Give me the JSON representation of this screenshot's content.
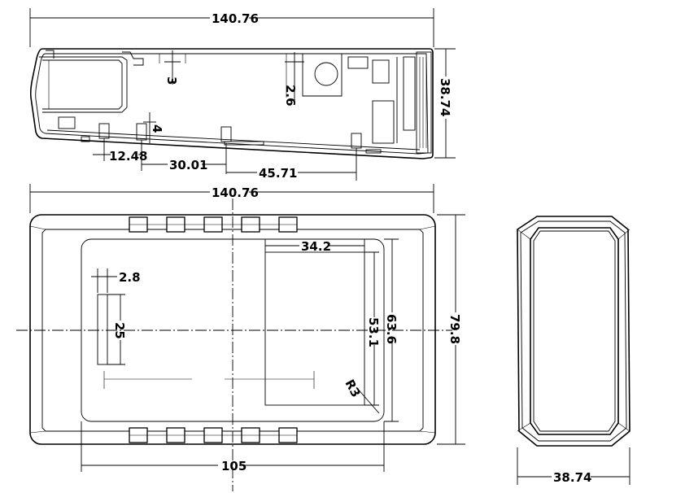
{
  "drawing": {
    "dimensions": {
      "top_length": "140.76",
      "side_height": "38.74",
      "step_3": "3",
      "step_2_6": "2.6",
      "step_4": "4",
      "pitch_12_48": "12.48",
      "pitch_30_01": "30.01",
      "pitch_45_71": "45.71",
      "plan_length": "140.76",
      "plan_width": "79.8",
      "window_width": "34.2",
      "window_height": "53.1",
      "opening_height": "63.6",
      "slot_width": "2.8",
      "slot_length": "25",
      "corner_radius": "R3",
      "opening_length": "105",
      "end_width": "38.74"
    }
  }
}
